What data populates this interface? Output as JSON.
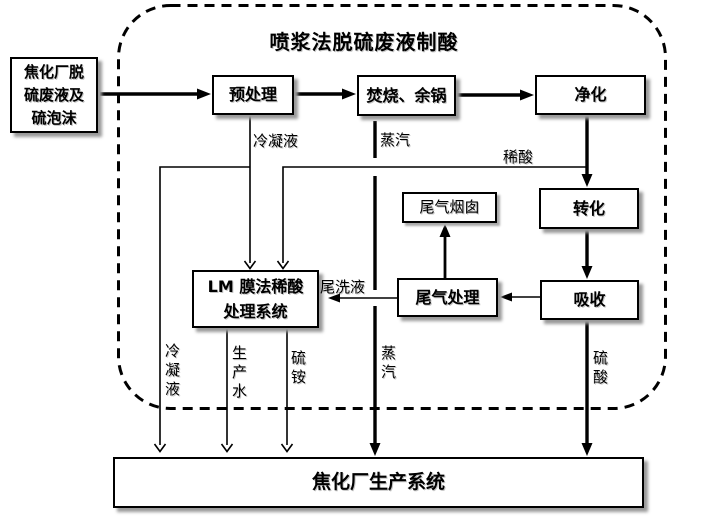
{
  "diagram": {
    "title": "喷浆法脱硫废液制酸",
    "boxes": {
      "source": {
        "line1": "焦化厂脱",
        "line2": "硫废液及",
        "line3": "硫泡沫"
      },
      "pretreatment": "预处理",
      "incineration": "焚烧、余锅",
      "purification": "净化",
      "conversion": "转化",
      "absorption": "吸收",
      "tail_gas_treatment": "尾气处理",
      "tail_gas_chimney": "尾气烟囱",
      "lm_membrane": {
        "line1": "LM 膜法稀酸",
        "line2": "处理系统"
      },
      "coking_plant_system": "焦化厂生产系统"
    },
    "flow_labels": {
      "condensate_top": "冷凝液",
      "steam_top": "蒸汽",
      "dilute_acid": "稀酸",
      "tail_wash_liquid": "尾洗液",
      "condensate_left": "冷凝液",
      "production_water": "生产水",
      "ammonium_sulfate": "硫铵",
      "steam_bottom": "蒸汽",
      "sulfuric_acid": "硫酸"
    },
    "colors": {
      "line": "#000000",
      "box_border": "#000000",
      "box_fill": "#ffffff",
      "shadow": "#9a9a9a",
      "background": "#ffffff"
    }
  }
}
